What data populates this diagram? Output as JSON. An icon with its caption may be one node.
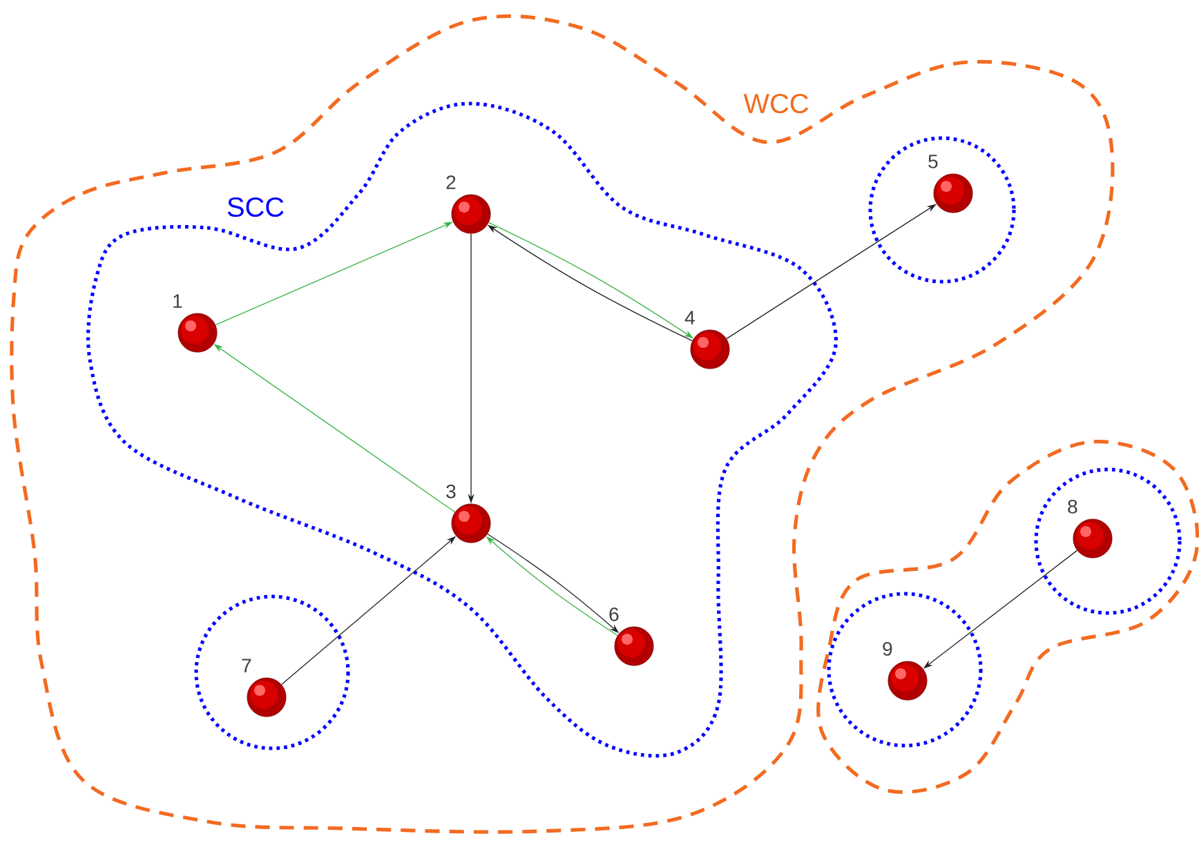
{
  "diagram": {
    "nodes": [
      {
        "text": [
          "1"
        ]
      },
      {
        "text": [
          "2"
        ]
      },
      {
        "text": [
          "3"
        ]
      },
      {
        "text": [
          "4"
        ]
      },
      {
        "text": [
          "5"
        ]
      },
      {
        "text": [
          "6"
        ]
      },
      {
        "text": [
          "7"
        ]
      },
      {
        "text": [
          "8"
        ]
      },
      {
        "text": [
          "9"
        ]
      }
    ],
    "edges": [
      {
        "from": 0,
        "to": 1,
        "arrow": "to",
        "color": "#3cb44b"
      },
      {
        "from": 2,
        "to": 0,
        "arrow": "to",
        "color": "#3cb44b"
      },
      {
        "from": 1,
        "to": 2,
        "arrow": "to"
      },
      {
        "from": 3,
        "to": 1,
        "arrow": "to"
      },
      {
        "from": 1,
        "to": 3,
        "arrow": "to",
        "color": "#3cb44b"
      },
      {
        "from": 3,
        "to": 4,
        "arrow": "to"
      },
      {
        "from": 2,
        "to": 5,
        "arrow": "to"
      },
      {
        "from": 5,
        "to": 2,
        "arrow": "to",
        "color": "#3cb44b"
      },
      {
        "from": 6,
        "to": 2,
        "arrow": "to"
      },
      {
        "from": 7,
        "to": 8,
        "arrow": "to"
      }
    ],
    "labels": [
      "SCC",
      "WCC"
    ]
  }
}
